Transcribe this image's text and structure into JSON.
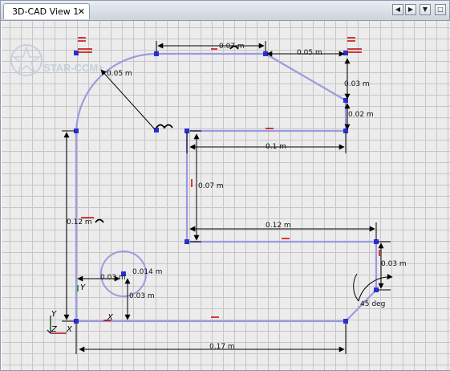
{
  "tab": {
    "title": "3D-CAD View 1",
    "close": "✕"
  },
  "nav": {
    "left": "◀",
    "right": "▶",
    "menu": "▼",
    "restore": "□"
  },
  "logo": {
    "text": "STAR-CCM+"
  },
  "dimensions": {
    "d1": "0.07 m",
    "d2": "0.05 m",
    "d3": "0.05 m",
    "d4": "0.03 m",
    "d5": "0.02 m",
    "d6": "0.1 m",
    "d7": "0.07 m",
    "d8": "0.12 m",
    "d9": "0.12 m",
    "d10": "0.03 m",
    "d11": "0.014 m",
    "d12": "0.03 m",
    "d13": "0.03 m",
    "d14": "45 deg",
    "d15": "0.17 m"
  },
  "axes": {
    "y": "Y",
    "z": "Z",
    "x": "X"
  },
  "colors": {
    "sketch": "#9a9be0",
    "vertex": "#2c2ed0",
    "dimension": "#000000",
    "constraint": "#cc0000"
  }
}
